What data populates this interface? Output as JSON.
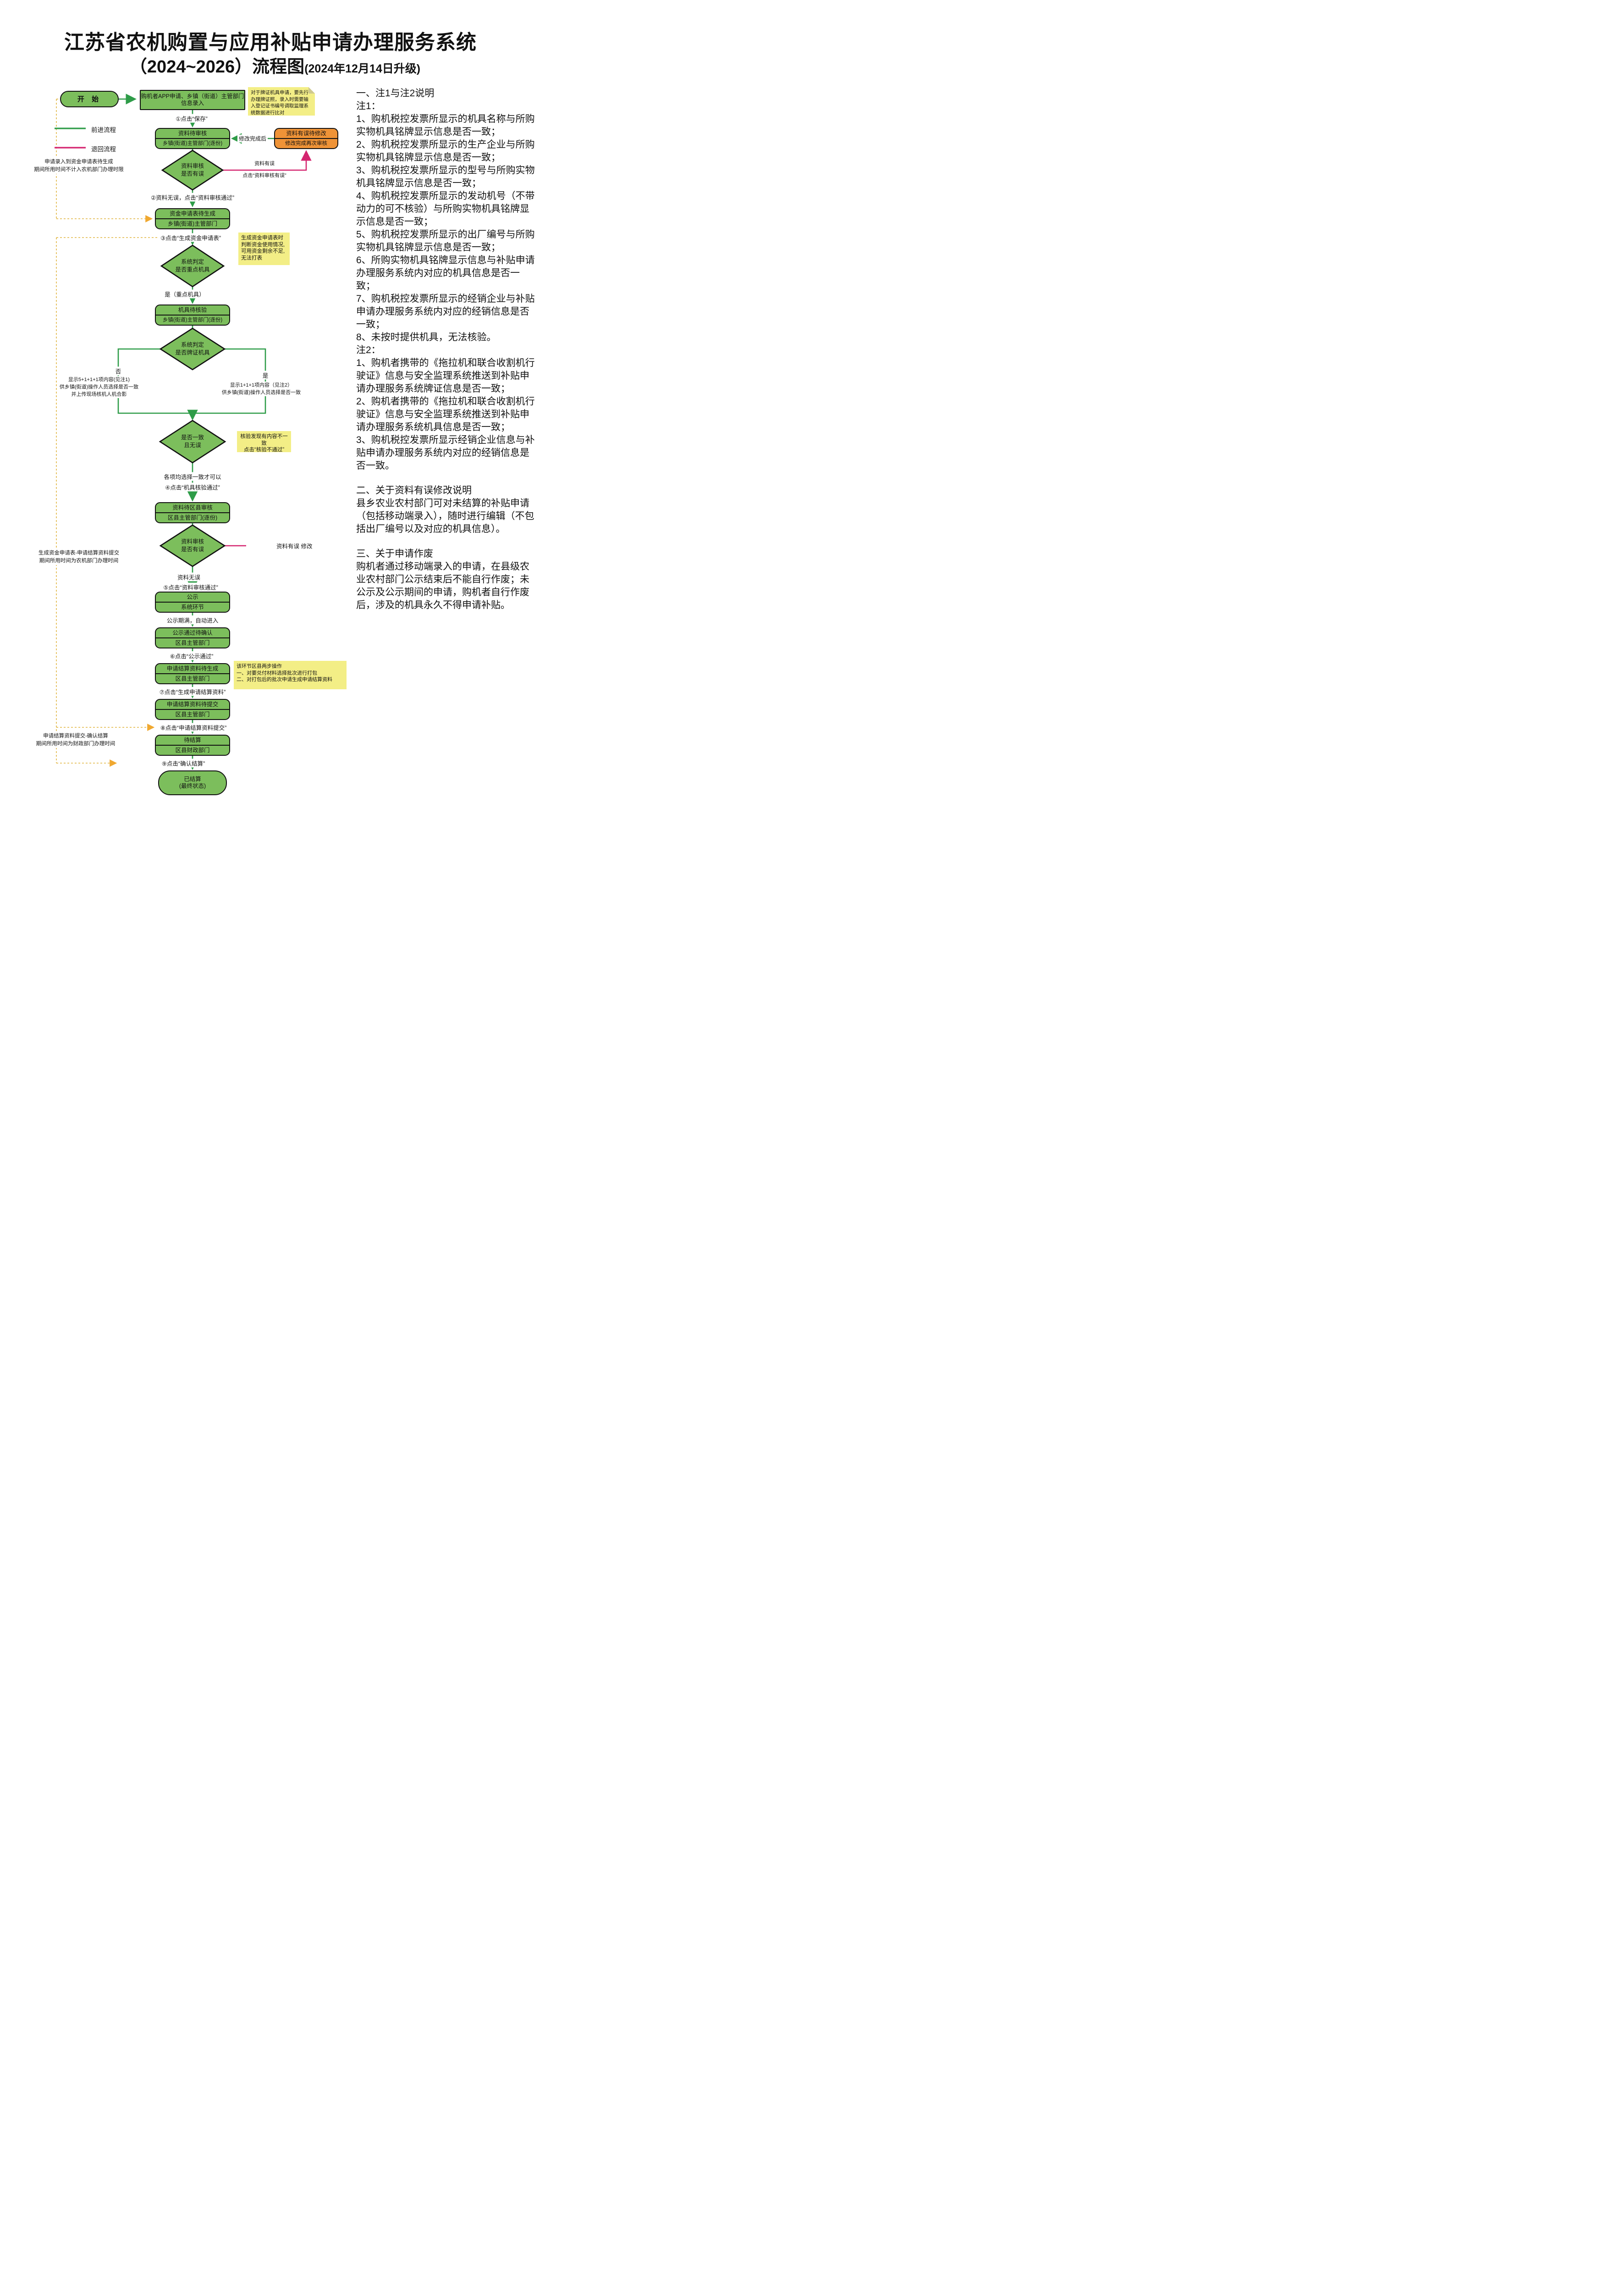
{
  "title": {
    "line1": "江苏省农机购置与应用补贴申请办理服务系统",
    "line2": "（2024~2026）流程图",
    "line2_sub": "(2024年12月14日升级)"
  },
  "legend": {
    "forward": "前进流程",
    "back": "退回流程"
  },
  "colors": {
    "node_green": "#7CBE5C",
    "forward_green": "#2E9C48",
    "return_pink": "#D4256F",
    "error_orange": "#EF9337",
    "note_yellow": "#F3EE86",
    "timeline_yellow": "#E0B43C"
  },
  "nodes": {
    "start": "开  始",
    "entry": {
      "line1": "购机者APP申请、乡镇（街道）主管部门",
      "line2": "信息录入"
    },
    "review_wait": {
      "line1": "资料待审核",
      "line2": "乡镇(街道)主管部门(逐份)"
    },
    "error_fix": {
      "line1": "资料有误待修改",
      "line2": "修改完成再次审核"
    },
    "fund_table": {
      "line1": "资金申请表待生成",
      "line2": "乡镇(街道)主管部门"
    },
    "verify_wait": {
      "line1": "机具待核验",
      "line2": "乡镇(街道)主管部门(逐份)"
    },
    "county_review": {
      "line1": "资料待区县审核",
      "line2": "区县主管部门(逐份)"
    },
    "publicity": {
      "line1": "公示",
      "line2": "系统环节"
    },
    "publicity_confirm": {
      "line1": "公示通过待确认",
      "line2": "区县主管部门"
    },
    "settle_gen": {
      "line1": "申请结算资料待生成",
      "line2": "区县主管部门"
    },
    "settle_submit": {
      "line1": "申请结算资料待提交",
      "line2": "区县主管部门"
    },
    "settle_wait": {
      "line1": "待结算",
      "line2": "区县财政部门"
    },
    "settled": {
      "line1": "已结算",
      "line2": "(最终状态)"
    }
  },
  "diamonds": {
    "d1": {
      "line1": "资料审核",
      "line2": "是否有误"
    },
    "d2": {
      "line1": "系统判定",
      "line2": "是否重点机具"
    },
    "d3": {
      "line1": "系统判定",
      "line2": "是否牌证机具"
    },
    "d4": {
      "line1": "是否一致",
      "line2": "且无误"
    },
    "d5": {
      "line1": "资料审核",
      "line2": "是否有误"
    }
  },
  "steps": {
    "s1": "①点击“保存”",
    "s2": "②资料无误，点击“资料审核通过”",
    "s3": "③点击“生成资金申请表”",
    "s4a": "各项均选择一致才可以",
    "s4b": "④点击“机具核验通过”",
    "s5a": "资料无误",
    "s5b": "⑤点击“资料审核通过”",
    "s6": "⑥点击“公示通过”",
    "s7": "⑦点击“生成申请结算资料”",
    "s8": "⑧点击“申请结算资料提交”",
    "s9": "⑨点击“确认结算”",
    "fix_done": "修改完成后",
    "err1a": "资料有误",
    "err1b": "点击“资料审核有误”",
    "err2": "资料有误 修改",
    "key_yes": "是（重点机具）",
    "auto": "公示期满，自动进入"
  },
  "branch": {
    "no": "否",
    "no_lines": "显示5+1+1+1项内容(见注1)\n供乡镇(街道)操作人员选择是否一致\n并上传现场核机人机合影",
    "yes": "是",
    "yes_lines": "显示1+1+1项内容（见注2）\n供乡镇(街道)操作人员选择是否一致"
  },
  "notes": {
    "license": "对于牌证机具申请，要先行办理牌证照，录入时需要输入登记证书编号调取监理系统数据进行比对",
    "fund": "生成资金申请表时\n判断资金使用情况,\n可用资金剩余不足,\n无法打表",
    "verify": "核验发现有内容不一致\n点击“核验不通过”",
    "county2step": "该环节区县两步操作\n一、对要兑付材料选择批次进行打包\n二、对打包后的批次申请生成申请结算资料",
    "left1": "申请录入到资金申请表待生成\n期间所用时间不计入农机部门办理时限",
    "left2": "生成资金申请表-申请结算资料提交\n期间所用时间为农机部门办理时间",
    "left3": "申请结算资料提交-确认结算\n期间所用时间为财政部门办理时间"
  },
  "panel": {
    "s1_title": "一、注1与注2说明",
    "s1_body": "注1：\n1、购机税控发票所显示的机具名称与所购实物机具铭牌显示信息是否一致；\n2、购机税控发票所显示的生产企业与所购实物机具铭牌显示信息是否一致；\n3、购机税控发票所显示的型号与所购实物机具铭牌显示信息是否一致；\n4、购机税控发票所显示的发动机号（不带动力的可不核验）与所购实物机具铭牌显示信息是否一致；\n5、购机税控发票所显示的出厂编号与所购实物机具铭牌显示信息是否一致；\n6、所购实物机具铭牌显示信息与补贴申请办理服务系统内对应的机具信息是否一致；\n7、购机税控发票所显示的经销企业与补贴申请办理服务系统内对应的经销信息是否一致；\n8、未按时提供机具，无法核验。\n注2：\n1、购机者携带的《拖拉机和联合收割机行驶证》信息与安全监理系统推送到补贴申请办理服务系统牌证信息是否一致；\n2、购机者携带的《拖拉机和联合收割机行驶证》信息与安全监理系统推送到补贴申请办理服务系统机具信息是否一致；\n3、购机税控发票所显示经销企业信息与补贴申请办理服务系统内对应的经销信息是否一致。",
    "s2_title": "二、关于资料有误修改说明",
    "s2_body": "县乡农业农村部门可对未结算的补贴申请（包括移动端录入），随时进行编辑（不包括出厂编号以及对应的机具信息）。",
    "s3_title": "三、关于申请作废",
    "s3_body": "购机者通过移动端录入的申请，在县级农业农村部门公示结束后不能自行作废；未公示及公示期间的申请，购机者自行作废后，涉及的机具永久不得申请补贴。"
  }
}
